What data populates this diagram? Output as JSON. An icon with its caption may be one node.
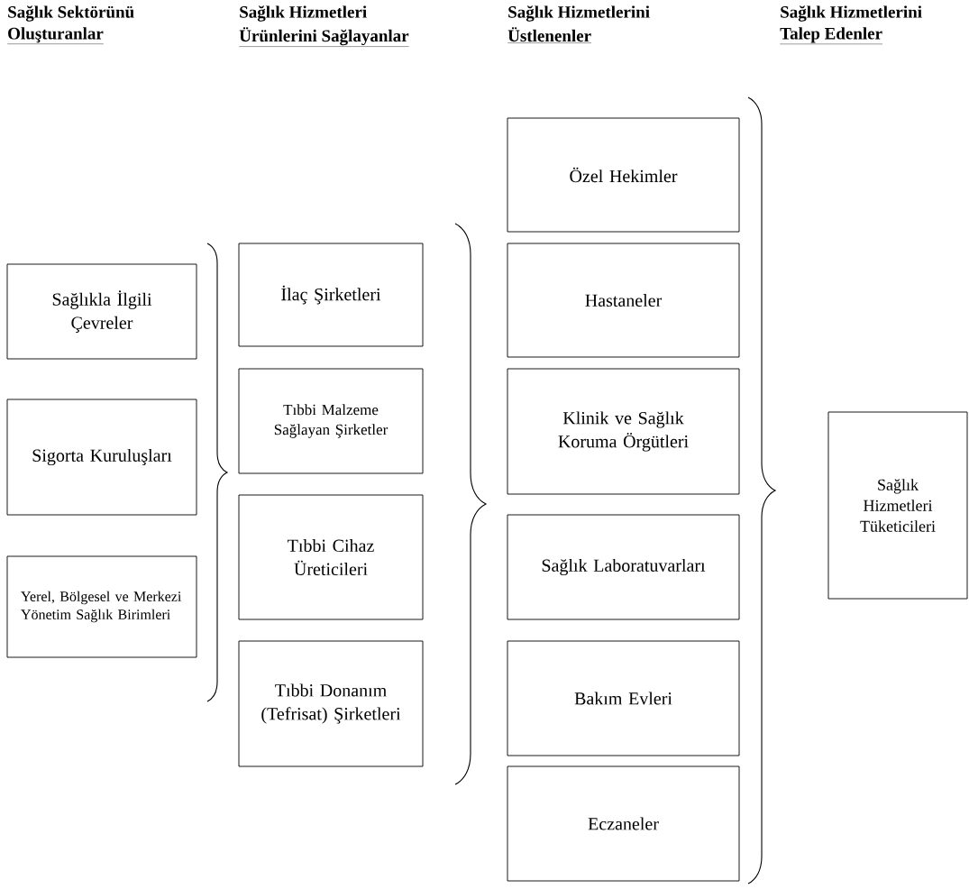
{
  "diagram": {
    "nodes": [
      {
        "text": [
          "Sağlıkla İlgili Çevreler"
        ]
      },
      {
        "text": [
          "Sigorta Kuruluşları"
        ]
      },
      {
        "text": [
          "Yerel, Bölgesel ve Merkezi Yönetim Sağlık Birimleri"
        ]
      },
      {
        "text": [
          "İlaç Şirketleri"
        ]
      },
      {
        "text": [
          "Tıbbi Malzeme Sağlayan Şirketler"
        ]
      },
      {
        "text": [
          "Tıbbi Cihaz Üreticileri"
        ]
      },
      {
        "text": [
          "Tıbbi Donanım (Tefrisat) Şirketleri"
        ]
      },
      {
        "text": [
          "Özel Hekimler"
        ]
      },
      {
        "text": [
          "Hastaneler"
        ]
      },
      {
        "text": [
          "Klinik ve Sağlık Koruma Örgütleri"
        ]
      },
      {
        "text": [
          "Sağlık Laboratuvarları"
        ]
      },
      {
        "text": [
          "Bakım Evleri"
        ]
      },
      {
        "text": [
          "Eczaneler"
        ]
      },
      {
        "text": [
          "Sağlık Hizmetleri Tüketicileri"
        ]
      }
    ],
    "labels": [
      "Sağlık Sektörünü",
      "Oluşturanlar",
      "Sağlık Hizmetleri",
      "Ürünlerini Sağlayanlar",
      "Sağlık Hizmetlerini",
      "Üstlenenler",
      "Sağlık Hizmetlerini",
      "Talep Edenler"
    ]
  }
}
